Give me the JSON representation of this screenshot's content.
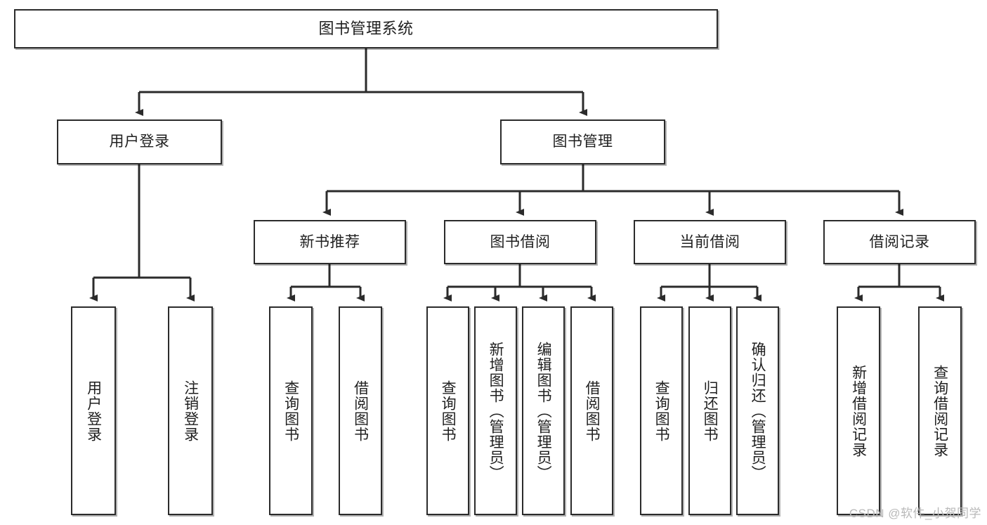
{
  "diagram": {
    "title": "图书管理系统",
    "type": "hierarchy-tree",
    "watermark": "CSDN @软件_小贺同学",
    "colors": {
      "box_border": "#2b2b2b",
      "box_fill": "#ffffff",
      "connector": "#2b2b2b",
      "text": "#1f1f1f",
      "watermark": "#b9b9b9"
    },
    "nodes": {
      "root": {
        "label": "图书管理系统",
        "level": 0
      },
      "level1": [
        {
          "id": "user-login",
          "label": "用户登录"
        },
        {
          "id": "book-manage",
          "label": "图书管理"
        }
      ],
      "level2": [
        {
          "id": "new-book-recommend",
          "label": "新书推荐",
          "parent": "book-manage"
        },
        {
          "id": "book-borrow",
          "label": "图书借阅",
          "parent": "book-manage"
        },
        {
          "id": "current-borrow",
          "label": "当前借阅",
          "parent": "book-manage"
        },
        {
          "id": "borrow-record",
          "label": "借阅记录",
          "parent": "book-manage"
        }
      ],
      "leaves": [
        {
          "id": "leaf-user-login",
          "label": "用户登录",
          "parent": "user-login"
        },
        {
          "id": "leaf-logout-login",
          "label": "注销登录",
          "parent": "user-login"
        },
        {
          "id": "leaf-query-book-1",
          "label": "查询图书",
          "parent": "new-book-recommend"
        },
        {
          "id": "leaf-borrow-book-1",
          "label": "借阅图书",
          "parent": "new-book-recommend"
        },
        {
          "id": "leaf-query-book-2",
          "label": "查询图书",
          "parent": "book-borrow"
        },
        {
          "id": "leaf-add-book",
          "label": "新增图书（管理员）",
          "parent": "book-borrow"
        },
        {
          "id": "leaf-edit-book",
          "label": "编辑图书（管理员）",
          "parent": "book-borrow"
        },
        {
          "id": "leaf-borrow-book-2",
          "label": "借阅图书",
          "parent": "book-borrow"
        },
        {
          "id": "leaf-query-book-3",
          "label": "查询图书",
          "parent": "current-borrow"
        },
        {
          "id": "leaf-return-book",
          "label": "归还图书",
          "parent": "current-borrow"
        },
        {
          "id": "leaf-confirm-return",
          "label": "确认归还（管理员）",
          "parent": "current-borrow"
        },
        {
          "id": "leaf-add-record",
          "label": "新增借阅记录",
          "parent": "borrow-record"
        },
        {
          "id": "leaf-query-record",
          "label": "查询借阅记录",
          "parent": "borrow-record"
        }
      ]
    }
  }
}
